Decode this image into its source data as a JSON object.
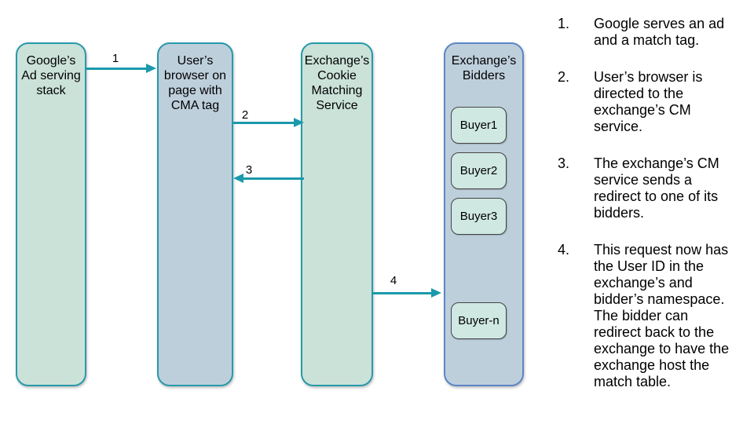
{
  "colors": {
    "node_green_fill": "#cbe2d9",
    "node_blue_fill": "#becfdc",
    "teal_border": "#2899aa",
    "blue_border": "#5b86c5",
    "buyer_chip_fill": "#cfe8e2",
    "buyer_chip_border": "#454545",
    "arrow": "#1a99ac",
    "text": "#000000"
  },
  "diagram": {
    "nodes": [
      {
        "label": "Google’s\nAd serving\nstack"
      },
      {
        "label": "User’s\nbrowser on\npage with\nCMA tag"
      },
      {
        "label": "Exchange’s\nCookie\nMatching\nService"
      },
      {
        "label": "Exchange’s\nBidders",
        "buyers": [
          "Buyer1",
          "Buyer2",
          "Buyer3",
          "Buyer-n"
        ]
      }
    ],
    "arrows": [
      {
        "label": "1",
        "from": "Google’s Ad serving stack",
        "to": "User’s browser",
        "direction": "right"
      },
      {
        "label": "2",
        "from": "User’s browser",
        "to": "Exchange’s Cookie Matching Service",
        "direction": "right"
      },
      {
        "label": "3",
        "from": "Exchange’s Cookie Matching Service",
        "to": "User’s browser",
        "direction": "left"
      },
      {
        "label": "4",
        "from": "Exchange’s Cookie Matching Service",
        "to": "Exchange’s Bidders",
        "direction": "right"
      }
    ]
  },
  "steps": [
    {
      "number": "1.",
      "text": "Google serves an ad\nand a match tag."
    },
    {
      "number": "2.",
      "text": "User’s browser is\ndirected to the\nexchange’s CM\nservice."
    },
    {
      "number": "3.",
      "text": "The exchange’s CM\nservice sends a\nredirect to one of its\nbidders."
    },
    {
      "number": "4.",
      "text": "This request now has\nthe User ID in the\nexchange’s and\nbidder’s namespace.\nThe bidder can\nredirect back to the\nexchange to have the\nexchange host the\nmatch table."
    }
  ]
}
